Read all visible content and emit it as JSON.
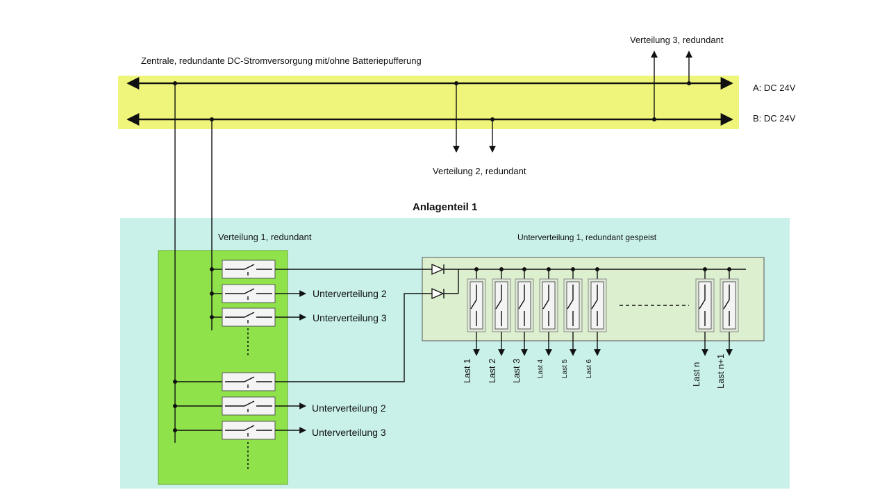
{
  "title_main": "Zentrale, redundante DC-Stromversorgung mit/ohne Batteriepufferung",
  "bus_a_label": "A: DC 24V",
  "bus_b_label": "B: DC 24V",
  "verteilung2_label": "Verteilung 2, redundant",
  "verteilung3_label": "Verteilung 3, redundant",
  "anlagenteil_label": "Anlagenteil 1",
  "verteilung1_label": "Verteilung 1, redundant",
  "unterverteilung1_label": "Unterverteilung 1, redundant gespeist",
  "outputs_top": [
    "Unterverteilung 2",
    "Unterverteilung 3"
  ],
  "outputs_bottom": [
    "Unterverteilung 2",
    "Unterverteilung 3"
  ],
  "loads": [
    "Last 1",
    "Last 2",
    "Last 3",
    "Last 4",
    "Last 5",
    "Last 6",
    "Last n",
    "Last n+1"
  ],
  "colors": {
    "bus_band": "#eef57a",
    "anlagenteil_bg": "#c9f1ea",
    "verteilung_panel": "#8fe24a",
    "unterverteilung_panel": "#dcefcf"
  }
}
